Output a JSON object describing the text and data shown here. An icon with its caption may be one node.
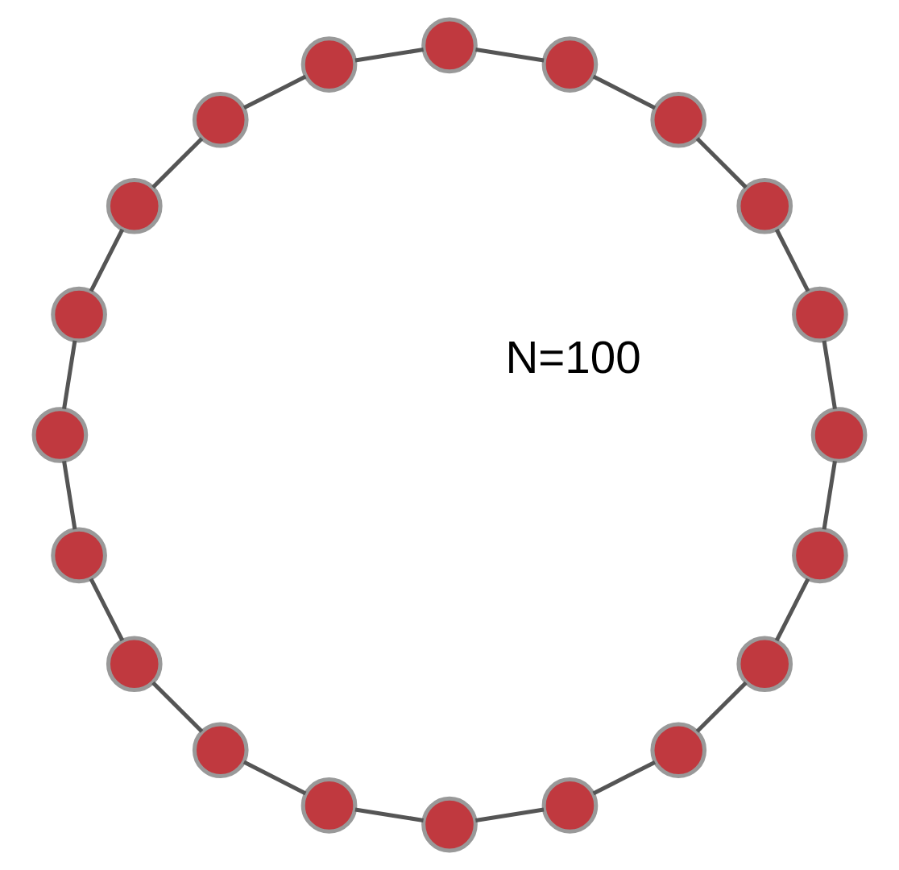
{
  "diagram": {
    "nodes": [
      {
        "text": [],
        "shape": "circle"
      },
      {
        "text": [],
        "shape": "circle"
      },
      {
        "text": [],
        "shape": "circle"
      },
      {
        "text": [],
        "shape": "circle"
      },
      {
        "text": [],
        "shape": "circle"
      },
      {
        "text": [],
        "shape": "circle"
      },
      {
        "text": [],
        "shape": "circle"
      },
      {
        "text": [],
        "shape": "circle"
      },
      {
        "text": [],
        "shape": "circle"
      },
      {
        "text": [],
        "shape": "circle"
      },
      {
        "text": [],
        "shape": "circle"
      },
      {
        "text": [],
        "shape": "circle"
      },
      {
        "text": [],
        "shape": "circle"
      },
      {
        "text": [],
        "shape": "circle"
      },
      {
        "text": [],
        "shape": "circle"
      },
      {
        "text": [],
        "shape": "circle"
      },
      {
        "text": [],
        "shape": "circle"
      },
      {
        "text": [],
        "shape": "circle"
      },
      {
        "text": [],
        "shape": "circle"
      },
      {
        "text": [],
        "shape": "circle"
      }
    ],
    "edges": [
      {
        "from": 0,
        "to": 1,
        "arrow": "none"
      },
      {
        "from": 1,
        "to": 2,
        "arrow": "none"
      },
      {
        "from": 2,
        "to": 3,
        "arrow": "none"
      },
      {
        "from": 3,
        "to": 4,
        "arrow": "none"
      },
      {
        "from": 4,
        "to": 5,
        "arrow": "none"
      },
      {
        "from": 5,
        "to": 6,
        "arrow": "none"
      },
      {
        "from": 6,
        "to": 7,
        "arrow": "none"
      },
      {
        "from": 7,
        "to": 8,
        "arrow": "none"
      },
      {
        "from": 8,
        "to": 9,
        "arrow": "none"
      },
      {
        "from": 9,
        "to": 10,
        "arrow": "none"
      },
      {
        "from": 10,
        "to": 11,
        "arrow": "none"
      },
      {
        "from": 11,
        "to": 12,
        "arrow": "none"
      },
      {
        "from": 12,
        "to": 13,
        "arrow": "none"
      },
      {
        "from": 13,
        "to": 14,
        "arrow": "none"
      },
      {
        "from": 14,
        "to": 15,
        "arrow": "none"
      },
      {
        "from": 15,
        "to": 16,
        "arrow": "none"
      },
      {
        "from": 16,
        "to": 17,
        "arrow": "none"
      },
      {
        "from": 17,
        "to": 18,
        "arrow": "none"
      },
      {
        "from": 18,
        "to": 19,
        "arrow": "none"
      },
      {
        "from": 19,
        "to": 0,
        "arrow": "none"
      }
    ],
    "labels": [
      "N=100"
    ]
  }
}
